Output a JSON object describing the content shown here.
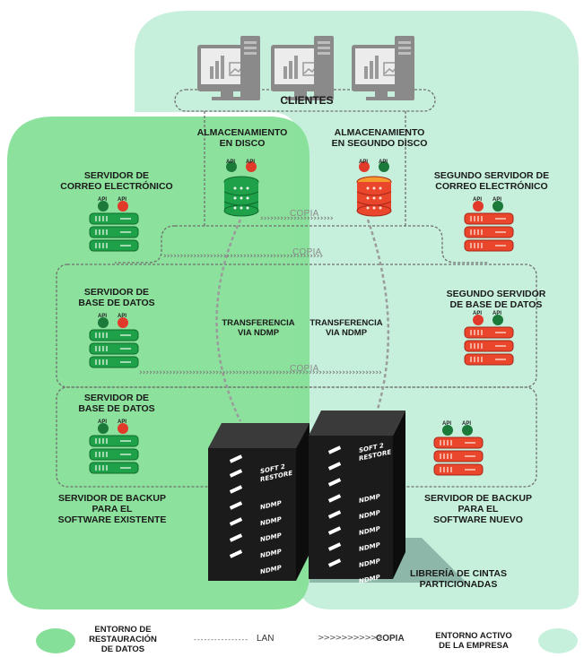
{
  "clients_label": "CLIENTES",
  "storage": {
    "disk": "ALMACENAMIENTO\nEN DISCO",
    "second_disk": "ALMACENAMIENTO\nEN SEGUNDO DISCO"
  },
  "servers": {
    "mail": "SERVIDOR DE\nCORREO ELECTRÓNICO",
    "mail2": "SEGUNDO SERVIDOR DE\nCORREO ELECTRÓNICO",
    "db1": "SERVIDOR DE\nBASE DE DATOS",
    "db2": "SEGUNDO SERVIDOR\nDE BASE DE DATOS",
    "db3": "SERVIDOR DE\nBASE DE DATOS",
    "backup_old": "SERVIDOR DE BACKUP\nPARA EL\nSOFTWARE EXISTENTE",
    "backup_new": "SERVIDOR DE BACKUP\nPARA EL\nSOFTWARE NUEVO"
  },
  "api_label": "API",
  "copia_label": "COPIA",
  "transfer": {
    "left": "TRANSFERENCIA\nVIA NDMP",
    "right": "TRANSFERENCIA\nVIA NDMP"
  },
  "library_label": "LIBRERÍA DE CINTAS\nPARTICIONADAS",
  "rack": {
    "brand_line1": "SOFT 2",
    "brand_line2": "RESTORE",
    "ndmp_label": "NDMP"
  },
  "legend": {
    "restore_env": "ENTORNO DE\nRESTAURACIÓN\nDE DATOS",
    "lan": "LAN",
    "lan_sample": "----------------",
    "copy_sample": ">>>>>>>>>>>",
    "copy": "COPIA",
    "active_env": "ENTORNO ACTIVO\nDE LA EMPRESA"
  },
  "colors": {
    "restore_env": "#86df98",
    "active_env": "#c6f0dc",
    "server_green": "#1fa14a",
    "server_red": "#e9462b",
    "led_green": "#1b7a3a",
    "led_red": "#e23a2a",
    "rack": "#1b1b1b"
  }
}
